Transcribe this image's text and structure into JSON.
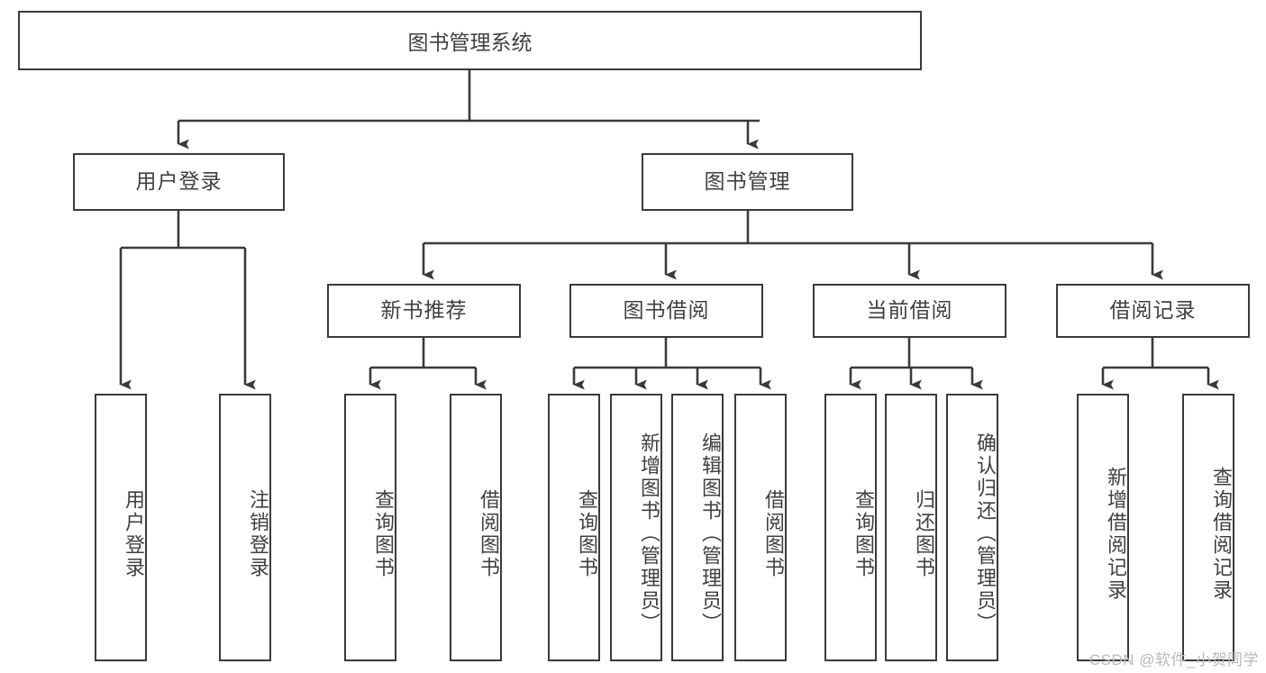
{
  "diagram": {
    "title": "图书管理系统",
    "type": "tree",
    "watermark": "CSDN @软件_小贺同学",
    "colors": {
      "stroke": "#3a3a3a",
      "text": "#404040",
      "background": "#ffffff",
      "watermark": "#b9b9b9"
    }
  },
  "root": {
    "label": "图书管理系统"
  },
  "level1": [
    {
      "label": "用户登录"
    },
    {
      "label": "图书管理"
    }
  ],
  "level2": [
    {
      "label": "新书推荐"
    },
    {
      "label": "图书借阅"
    },
    {
      "label": "当前借阅"
    },
    {
      "label": "借阅记录"
    }
  ],
  "leaves": {
    "user_login": [
      {
        "label": "用户登录"
      },
      {
        "label": "注销登录"
      }
    ],
    "new_book_recommend": [
      {
        "label": "查询图书"
      },
      {
        "label": "借阅图书"
      }
    ],
    "book_borrow": [
      {
        "label": "查询图书"
      },
      {
        "label": "新增图书（管理员）"
      },
      {
        "label": "编辑图书（管理员）"
      },
      {
        "label": "借阅图书"
      }
    ],
    "current_borrow": [
      {
        "label": "查询图书"
      },
      {
        "label": "归还图书"
      },
      {
        "label": "确认归还（管理员）"
      }
    ],
    "borrow_record": [
      {
        "label": "新增借阅记录"
      },
      {
        "label": "查询借阅记录"
      }
    ]
  }
}
